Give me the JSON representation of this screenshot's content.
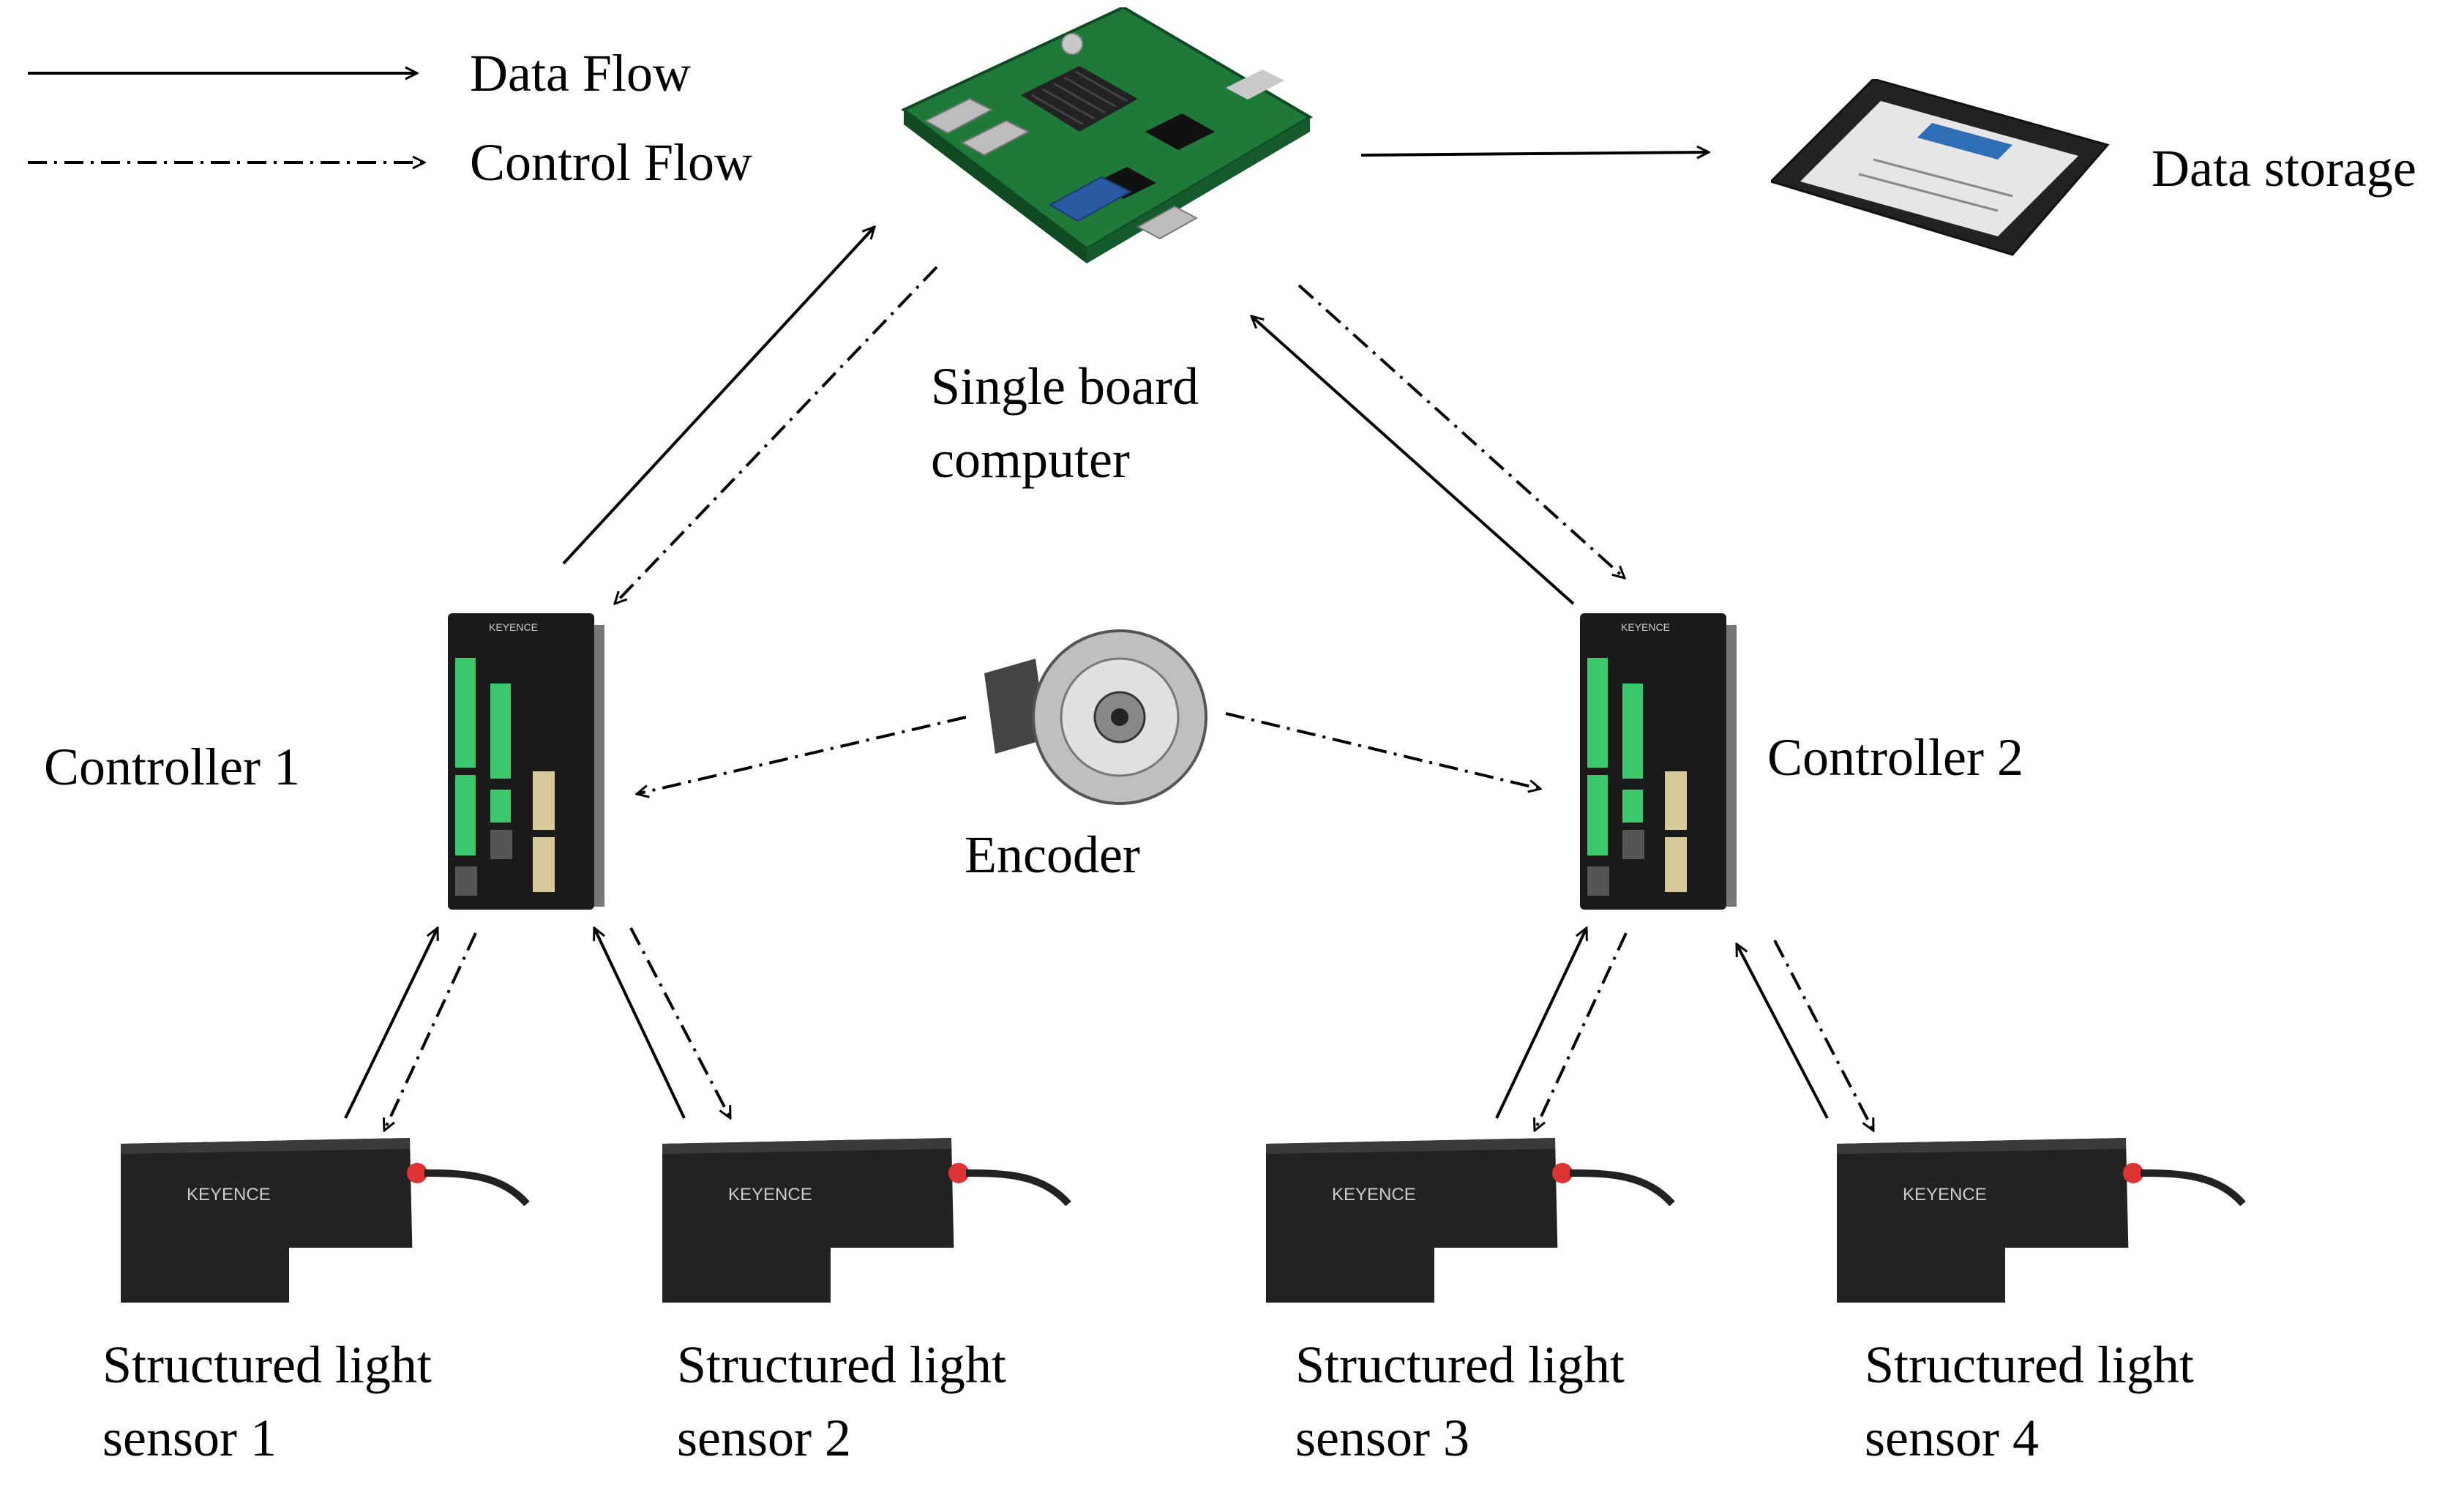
{
  "legend": {
    "data_flow": "Data Flow",
    "control_flow": "Control Flow"
  },
  "nodes": {
    "sbc_line1": "Single board",
    "sbc_line2": "computer",
    "storage": "Data storage",
    "encoder": "Encoder",
    "controller1": "Controller 1",
    "controller2": "Controller 2",
    "sensor1_line1": "Structured light",
    "sensor1_line2": "sensor 1",
    "sensor2_line1": "Structured light",
    "sensor2_line2": "sensor 2",
    "sensor3_line1": "Structured light",
    "sensor3_line2": "sensor 3",
    "sensor4_line1": "Structured light",
    "sensor4_line2": "sensor 4"
  },
  "device_brand": "KEYENCE",
  "colors": {
    "line": "#000000",
    "pcb": "#1f7a3a",
    "device_body": "#1a1a1a",
    "terminal_green": "#3cc86a"
  }
}
